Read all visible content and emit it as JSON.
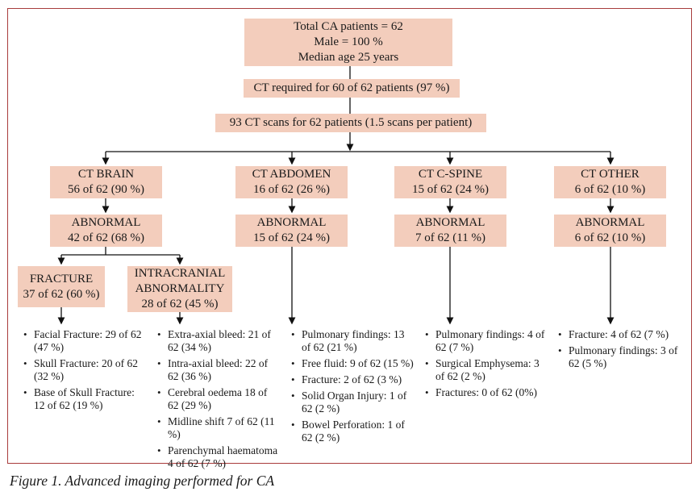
{
  "caption": "Figure 1. Advanced imaging performed for CA",
  "colors": {
    "box_fill": "#f3cdbc",
    "frame_border": "#a83c3c",
    "connector": "#111111",
    "text": "#1a1a1a"
  },
  "flowchart": {
    "root": {
      "line1": "Total CA patients = 62",
      "line2": "Male = 100 %",
      "line3": "Median age 25 years"
    },
    "ct_required": "CT required for 60 of 62 patients (97 %)",
    "ct_scans": "93 CT scans for 62 patients (1.5 scans per patient)",
    "branches": [
      {
        "label": "CT BRAIN",
        "value": "56 of 62 (90 %)",
        "abnormal": {
          "label": "ABNORMAL",
          "value": "42 of 62 (68 %)"
        },
        "children": [
          {
            "label": "FRACTURE",
            "value": "37 of 62 (60 %)",
            "findings": [
              "Facial Fracture: 29 of 62 (47 %)",
              "Skull Fracture: 20 of 62 (32 %)",
              "Base of Skull Fracture: 12 of 62 (19 %)"
            ]
          },
          {
            "label": "INTRACRANIAL ABNORMALITY",
            "value": "28 of 62 (45 %)",
            "findings": [
              "Extra-axial bleed: 21 of 62 (34 %)",
              "Intra-axial bleed: 22 of 62 (36 %)",
              "Cerebral oedema 18 of 62 (29 %)",
              "Midline shift 7 of 62 (11 %)",
              "Parenchymal haematoma 4 of 62 (7 %)"
            ]
          }
        ]
      },
      {
        "label": "CT ABDOMEN",
        "value": "16 of 62 (26 %)",
        "abnormal": {
          "label": "ABNORMAL",
          "value": "15 of 62 (24 %)"
        },
        "findings": [
          "Pulmonary findings: 13 of 62 (21 %)",
          "Free fluid: 9 of 62 (15 %)",
          "Fracture: 2 of 62 (3 %)",
          "Solid Organ Injury: 1 of 62 (2 %)",
          "Bowel Perforation: 1 of 62 (2 %)"
        ]
      },
      {
        "label": "CT C-SPINE",
        "value": "15 of 62 (24 %)",
        "abnormal": {
          "label": "ABNORMAL",
          "value": "7 of 62 (11 %)"
        },
        "findings": [
          "Pulmonary findings: 4 of 62 (7 %)",
          "Surgical Emphysema: 3 of 62 (2 %)",
          "Fractures: 0 of 62 (0%)"
        ]
      },
      {
        "label": "CT OTHER",
        "value": "6 of 62 (10 %)",
        "abnormal": {
          "label": "ABNORMAL",
          "value": "6 of 62 (10 %)"
        },
        "findings": [
          "Fracture: 4 of 62 (7 %)",
          "Pulmonary findings: 3 of 62 (5 %)"
        ]
      }
    ]
  }
}
